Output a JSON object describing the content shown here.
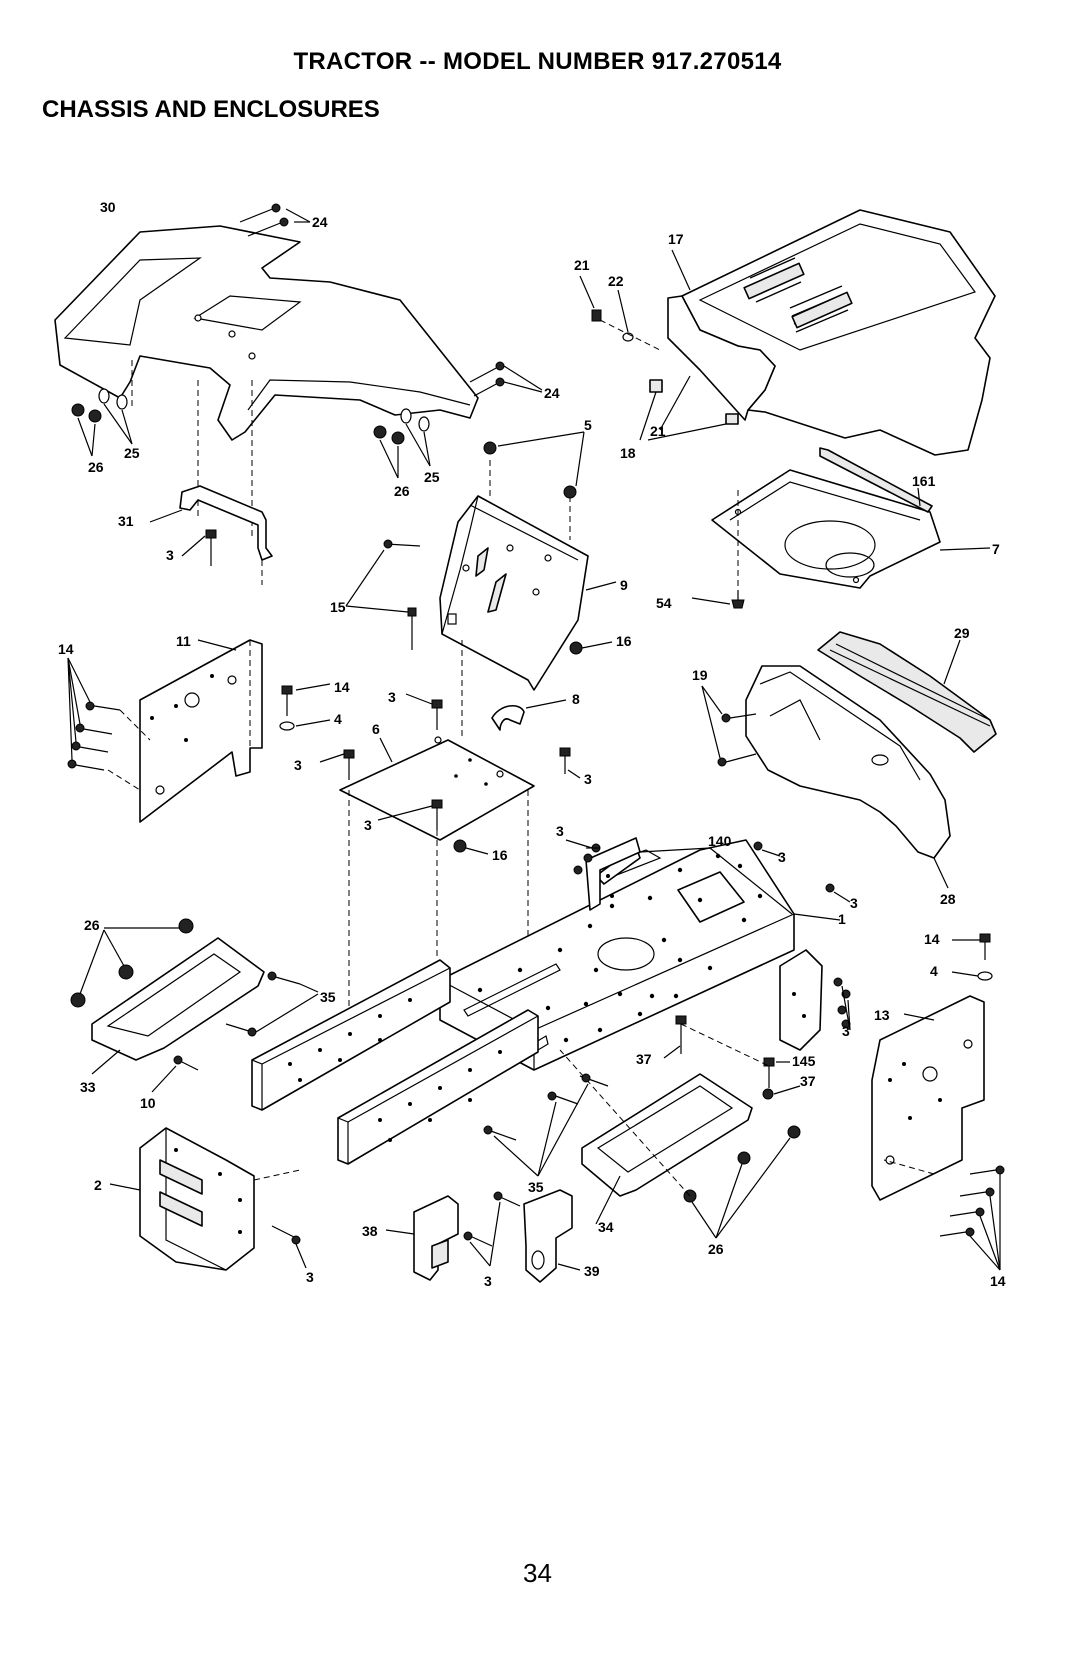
{
  "header": {
    "title": "TRACTOR -- MODEL NUMBER 917.270514",
    "subtitle": "CHASSIS AND ENCLOSURES"
  },
  "footer": {
    "page_number": "34"
  },
  "callouts": {
    "c30": "30",
    "c24a": "24",
    "c24b": "24",
    "c26a": "26",
    "c25a": "25",
    "c26b": "26",
    "c25b": "25",
    "c31": "31",
    "c3a": "3",
    "c21a": "21",
    "c22": "22",
    "c17": "17",
    "c21b": "21",
    "c18": "18",
    "c5": "5",
    "c161": "161",
    "c7": "7",
    "c9": "9",
    "c15": "15",
    "c16a": "16",
    "c54": "54",
    "c14a": "14",
    "c11": "11",
    "c14b": "14",
    "c4a": "4",
    "c3b": "3",
    "c8": "8",
    "c6": "6",
    "c3c": "3",
    "c3d": "3",
    "c3e": "3",
    "c16b": "16",
    "c29": "29",
    "c19": "19",
    "c28": "28",
    "c3f": "3",
    "c140": "140",
    "c3g": "3",
    "c3h": "3",
    "c1": "1",
    "c14c": "14",
    "c4b": "4",
    "c26c": "26",
    "c35a": "35",
    "c33": "33",
    "c10": "10",
    "c13": "13",
    "c3i": "3",
    "c37a": "37",
    "c145": "145",
    "c37b": "37",
    "c2": "2",
    "c35b": "35",
    "c34": "34",
    "c3j": "3",
    "c38": "38",
    "c3k": "3",
    "c39": "39",
    "c26d": "26",
    "c14d": "14"
  }
}
